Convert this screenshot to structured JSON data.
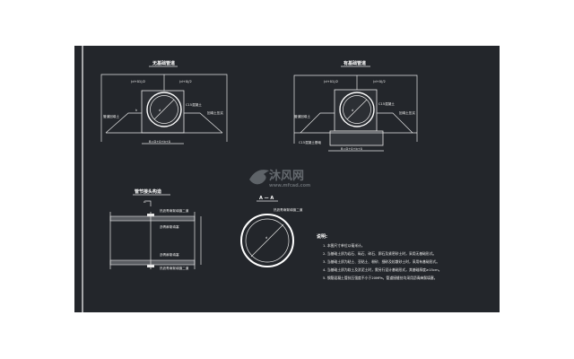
{
  "drawing": {
    "background": "#23262b",
    "line_color": "#e8e8e8",
    "view_left": {
      "title": "无基础管道",
      "dim_top_left": "(d+δ1)/2",
      "dim_top_right": "(d+δ)/2",
      "label_left": "管道回填土",
      "label_right": "回填土压实",
      "label_pipe": "C15混凝土",
      "dim_bottom": "B=D+δ+b+δ",
      "dim_side": "h",
      "diameter": "d"
    },
    "view_right": {
      "title": "有基础管道",
      "dim_top_left": "(d+δ1)/2",
      "dim_top_right": "(d+δ)/2",
      "label_left": "管道回填土",
      "label_right": "回填土压实",
      "label_pipe": "C15混凝土",
      "label_base": "C15混凝土基础",
      "dim_bottom": "B=D+δ+b+δ",
      "diameter": "d"
    },
    "view_joint": {
      "title": "管节接头构造",
      "section_mark": "A",
      "label_top": "热沥青麻絮填缝二道",
      "label_mid1": "沥青麻絮填塞",
      "label_mid2": "沥青麻絮填塞",
      "label_bottom": "热沥青麻絮填缝二道"
    },
    "view_section": {
      "title": "A — A",
      "label": "热沥青麻絮填缝二道",
      "diameter": "d"
    },
    "notes": {
      "heading": "说明:",
      "items": [
        "1. 本图尺寸单位以毫米计。",
        "2. 当基础土质为岩石、砾石、碎石、卵石及紧密砂土时，采用无基础形式。",
        "3. 当基础土质为粘土、亚粘土、粉砂、细砂及松散砂土时，采用有基础形式。",
        "4. 当基础土质为软土及淤泥土时，需另行设计基础形式，其基础厚度≥15cm。",
        "5. 钢筋混凝土管抗压强度不小于20MPa，管道接缝处均采用沥青麻絮填塞。"
      ]
    },
    "watermark": {
      "brand": "沐风网",
      "url": "www.mfcad.com"
    }
  }
}
